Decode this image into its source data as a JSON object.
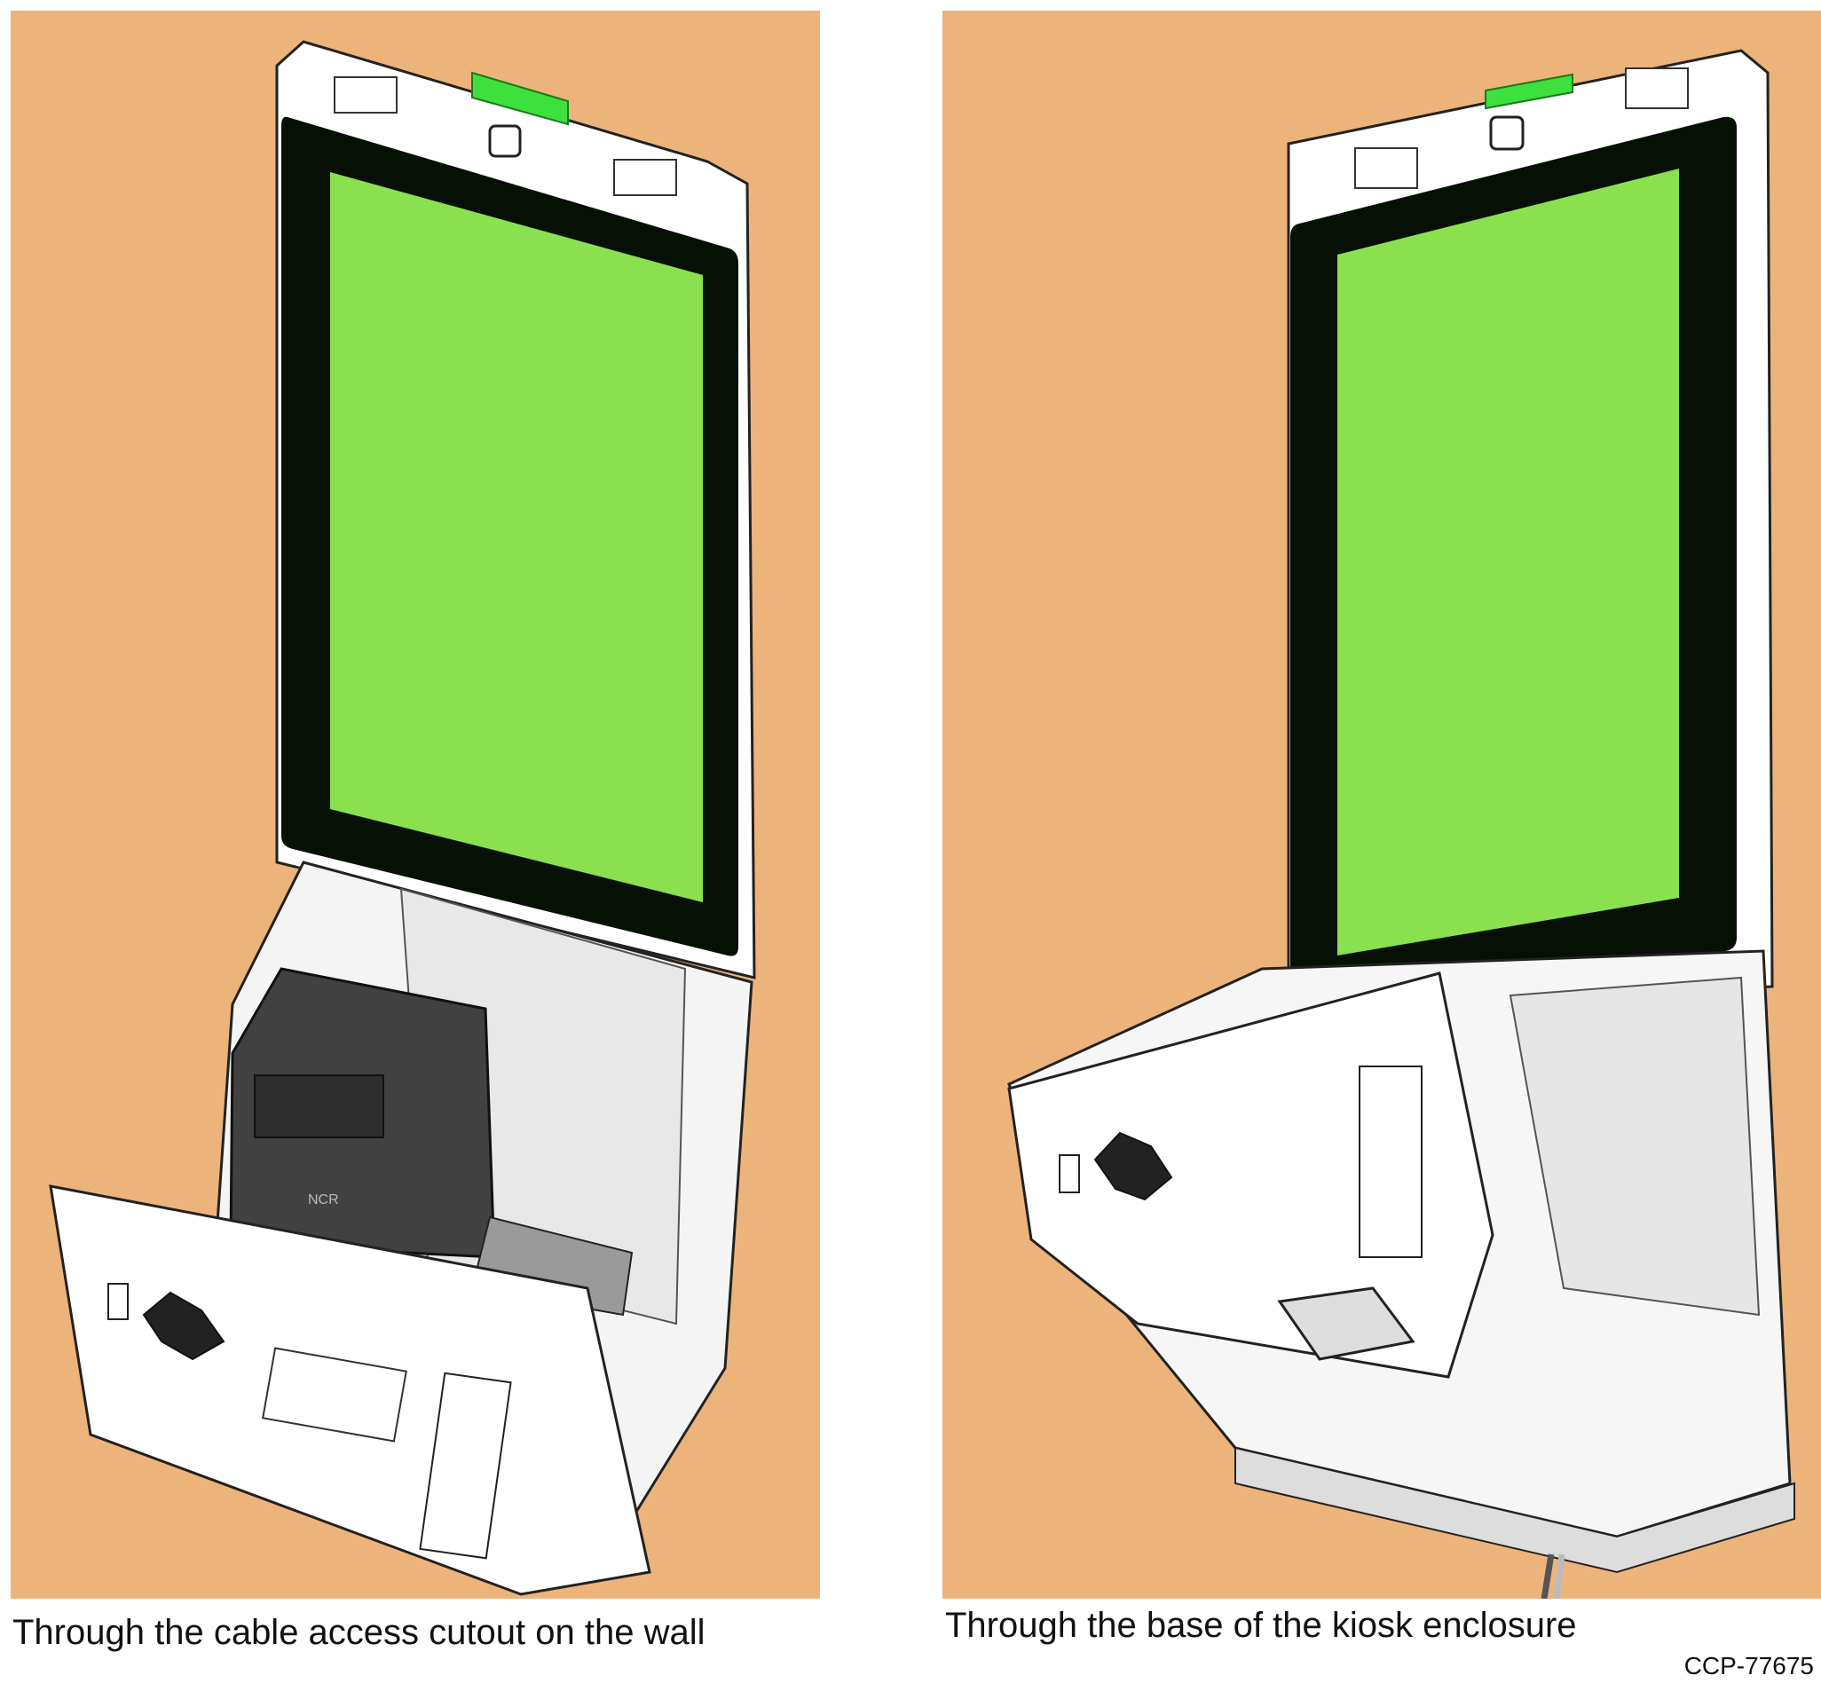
{
  "figure": {
    "figure_id": "CCP-77675",
    "background_color": "#ECB47B",
    "screen_color": "#8AE04E",
    "handle_color": "#3DE03D",
    "panels": [
      {
        "caption": "Through the cable access cutout on the wall",
        "view": "cable-access-cutout"
      },
      {
        "caption": "Through the base of the kiosk enclosure",
        "view": "base-of-enclosure"
      }
    ],
    "printer_logo": "NCR"
  }
}
